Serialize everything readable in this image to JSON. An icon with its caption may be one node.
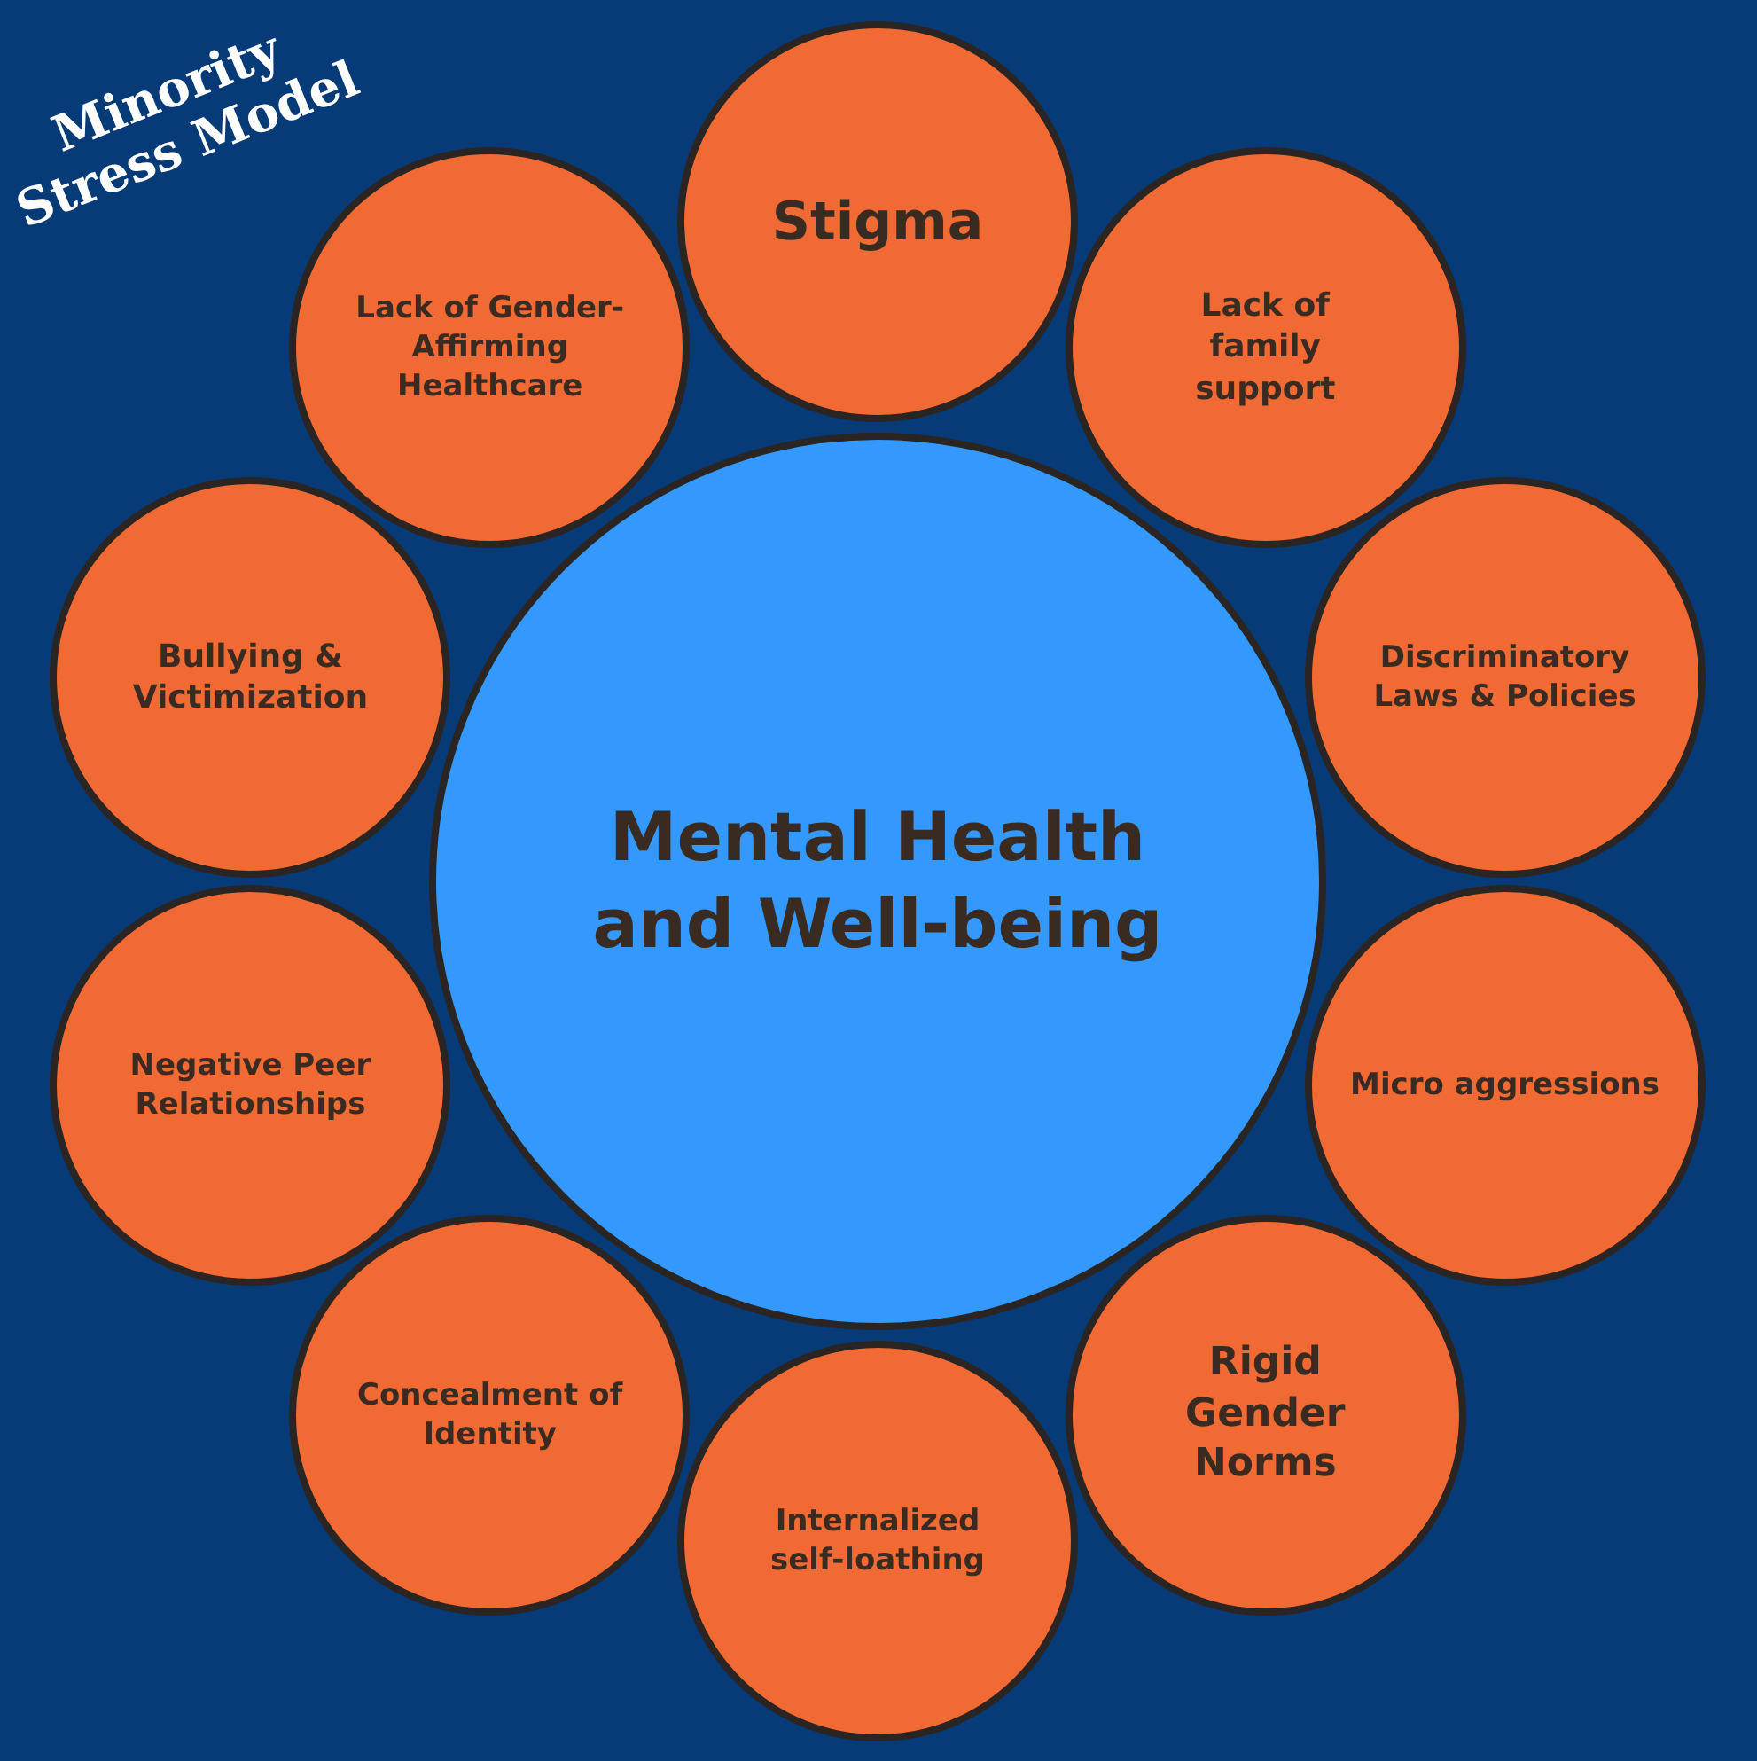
{
  "diagram": {
    "title": "Minority Stress Model",
    "nodes": [
      {
        "text": [
          "Stigma"
        ]
      },
      {
        "text": [
          "Lack of Gender-Affirming Healthcare"
        ]
      },
      {
        "text": [
          "Lack of family support"
        ]
      },
      {
        "text": [
          "Bullying & Victimization"
        ]
      },
      {
        "text": [
          "Discriminatory Laws & Policies"
        ]
      },
      {
        "text": [
          "Mental Health and Well-being"
        ]
      },
      {
        "text": [
          "Negative Peer Relationships"
        ]
      },
      {
        "text": [
          "Micro aggressions"
        ]
      },
      {
        "text": [
          "Concealment of Identity"
        ]
      },
      {
        "text": [
          "Rigid Gender Norms"
        ]
      },
      {
        "text": [
          "Internalized self-loathing"
        ]
      }
    ]
  }
}
